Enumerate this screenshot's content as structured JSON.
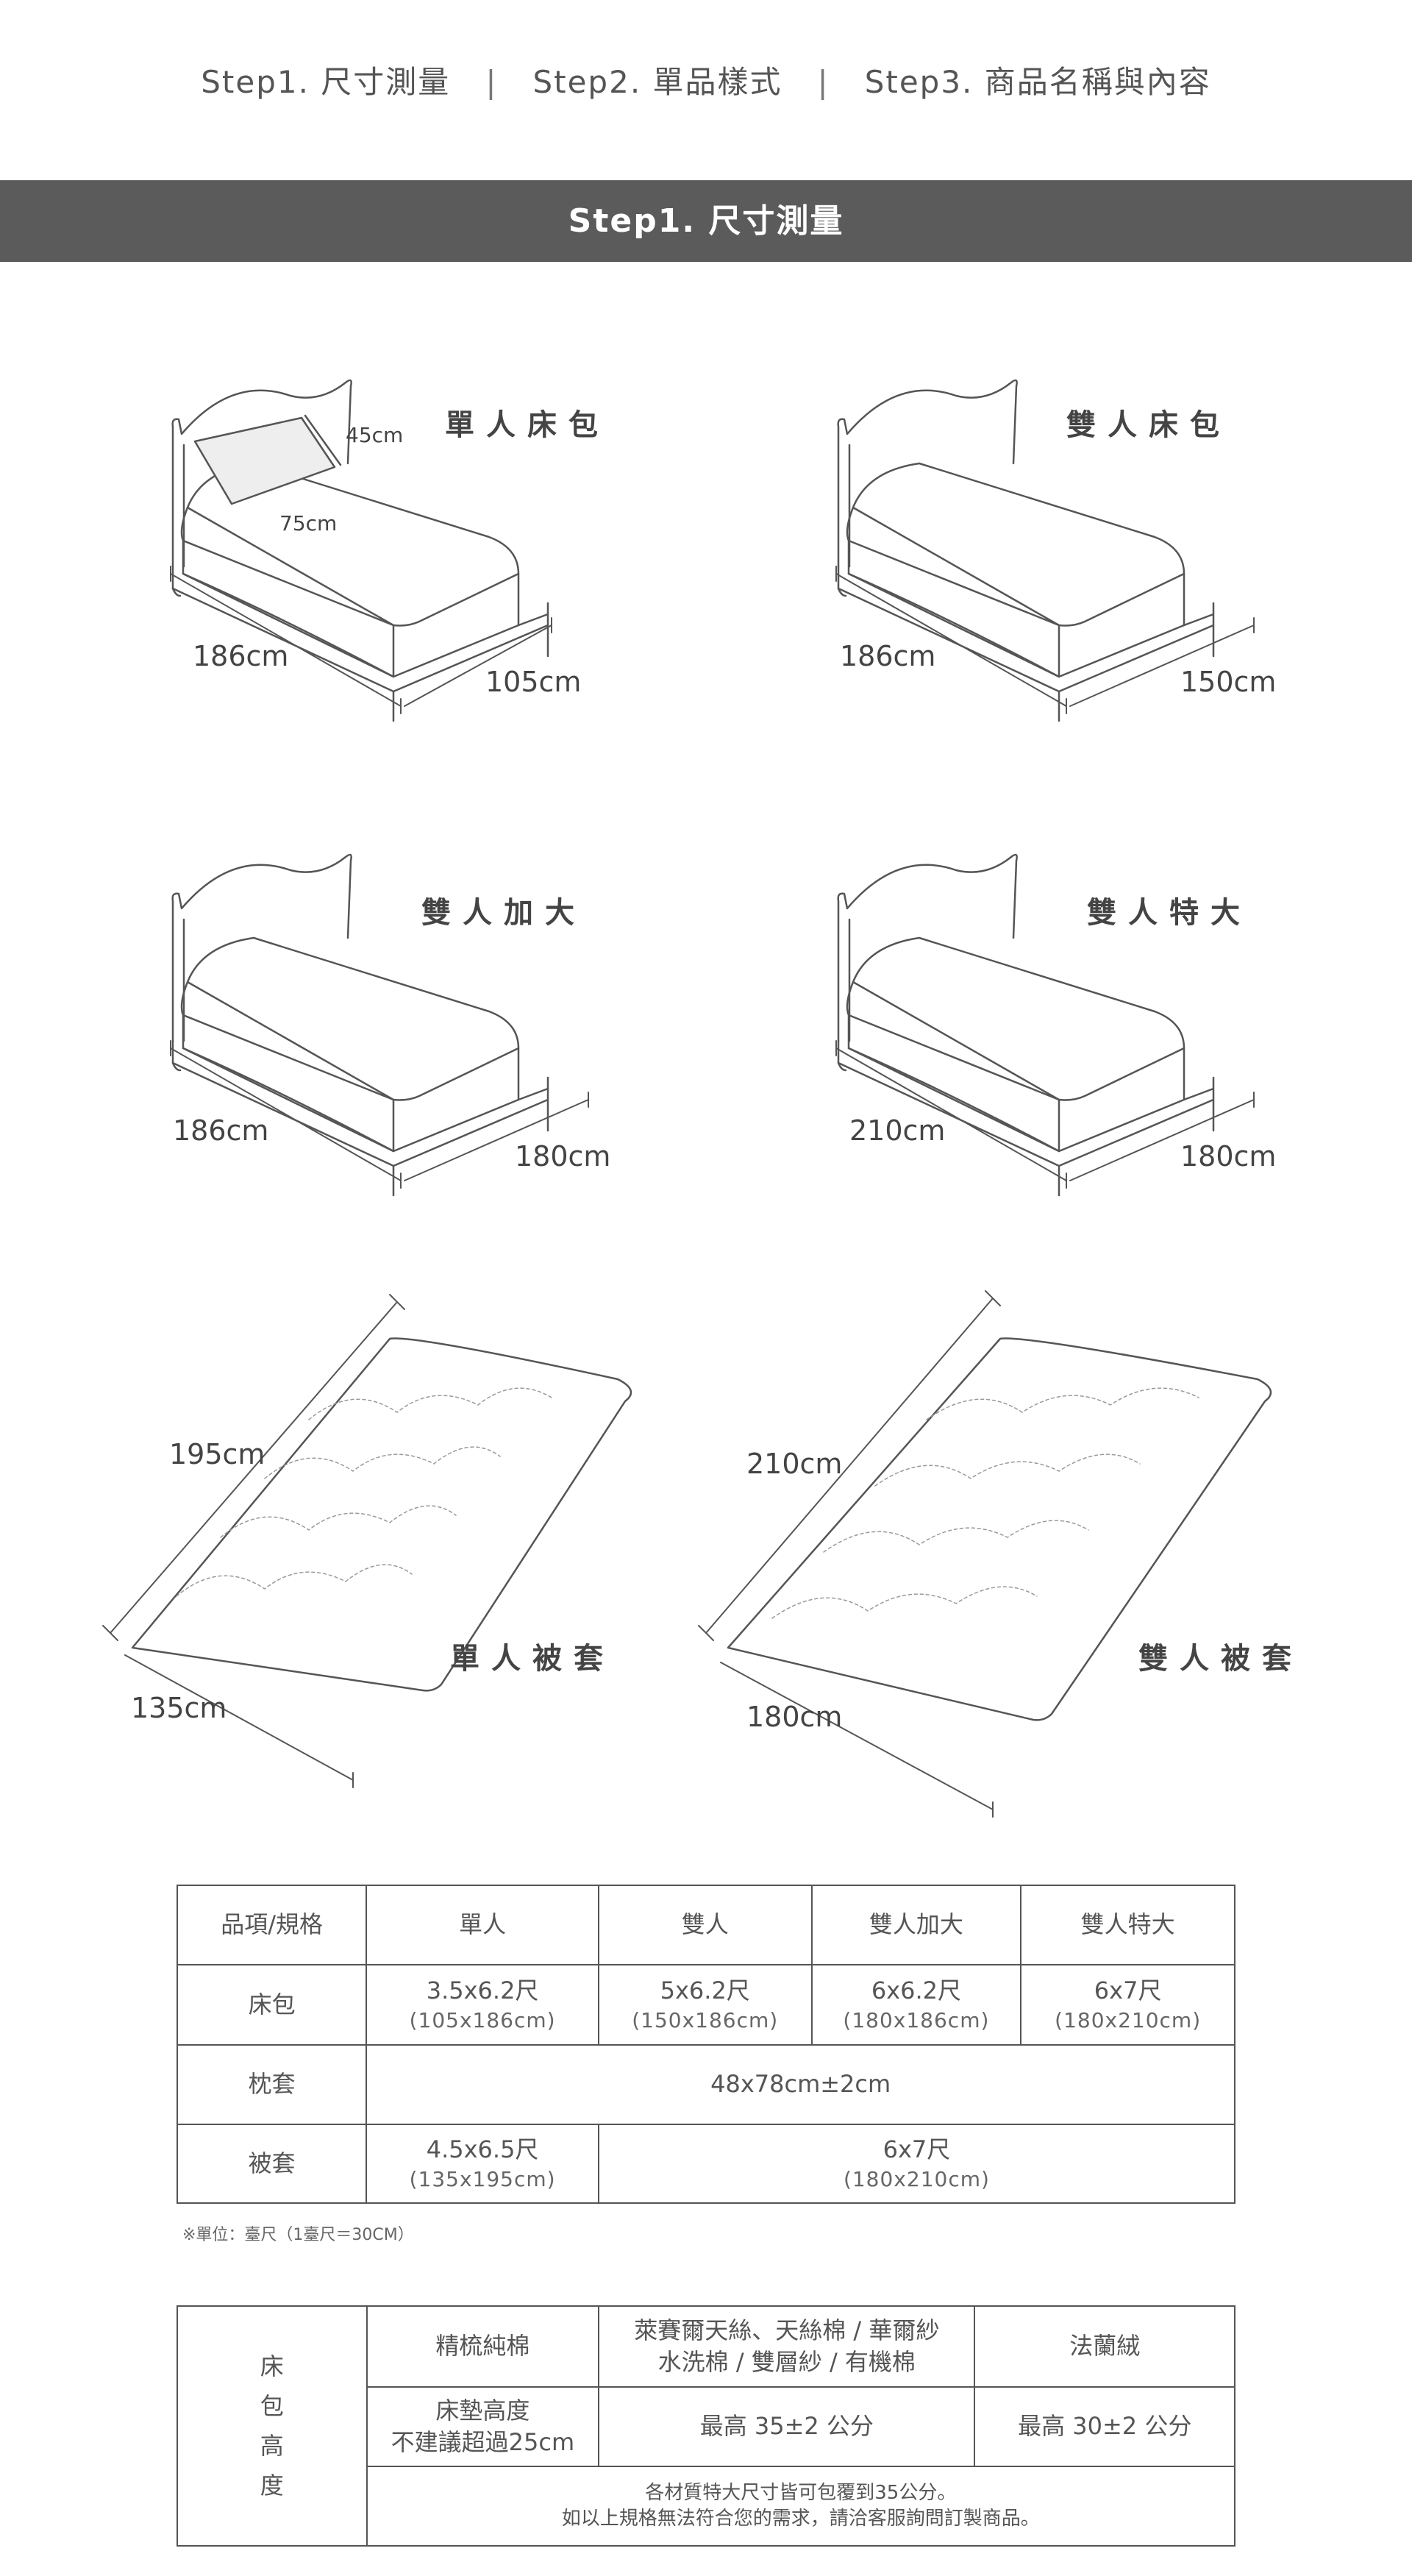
{
  "nav": {
    "step1": "Step1. 尺寸測量",
    "separator": "|",
    "step2": "Step2. 單品樣式",
    "step3": "Step3. 商品名稱與內容"
  },
  "section_title": "Step1. 尺寸測量",
  "diagrams": {
    "single_fitted": {
      "title": "單人床包",
      "pillow_w": "45cm",
      "pillow_l": "75cm",
      "length": "186cm",
      "width": "105cm"
    },
    "double_fitted": {
      "title": "雙人床包",
      "length": "186cm",
      "width": "150cm"
    },
    "queen": {
      "title": "雙人加大",
      "length": "186cm",
      "width": "180cm"
    },
    "king": {
      "title": "雙人特大",
      "length": "210cm",
      "width": "180cm"
    },
    "single_duvet": {
      "title": "單人被套",
      "length": "195cm",
      "width": "135cm"
    },
    "double_duvet": {
      "title": "雙人被套",
      "length": "210cm",
      "width": "180cm"
    }
  },
  "size_table": {
    "headers": [
      "品項/規格",
      "單人",
      "雙人",
      "雙人加大",
      "雙人特大"
    ],
    "fitted_label": "床包",
    "fitted": [
      {
        "size": "3.5x6.2尺",
        "cm": "(105x186cm)"
      },
      {
        "size": "5x6.2尺",
        "cm": "(150x186cm)"
      },
      {
        "size": "6x6.2尺",
        "cm": "(180x186cm)"
      },
      {
        "size": "6x7尺",
        "cm": "(180x210cm)"
      }
    ],
    "pillow_label": "枕套",
    "pillow": "48x78cm±2cm",
    "duvet_label": "被套",
    "duvet_single": {
      "size": "4.5x6.5尺",
      "cm": "(135x195cm)"
    },
    "duvet_double": {
      "size": "6x7尺",
      "cm": "(180x210cm)"
    }
  },
  "unit_note": "※單位：臺尺（1臺尺＝30CM）",
  "height_table": {
    "side_label": [
      "床",
      "包",
      "高",
      "度"
    ],
    "col1": "精梳純棉",
    "col2_line1": "萊賽爾天絲、天絲棉 / 華爾紗",
    "col2_line2": "水洗棉 / 雙層紗 / 有機棉",
    "col3": "法蘭絨",
    "row2_col1_line1": "床墊高度",
    "row2_col1_line2": "不建議超過25cm",
    "row2_col2": "最高 35±2 公分",
    "row2_col3": "最高 30±2 公分",
    "footer_line1": "各材質特大尺寸皆可包覆到35公分。",
    "footer_line2": "如以上規格無法符合您的需求，請洽客服詢問訂製商品。"
  }
}
